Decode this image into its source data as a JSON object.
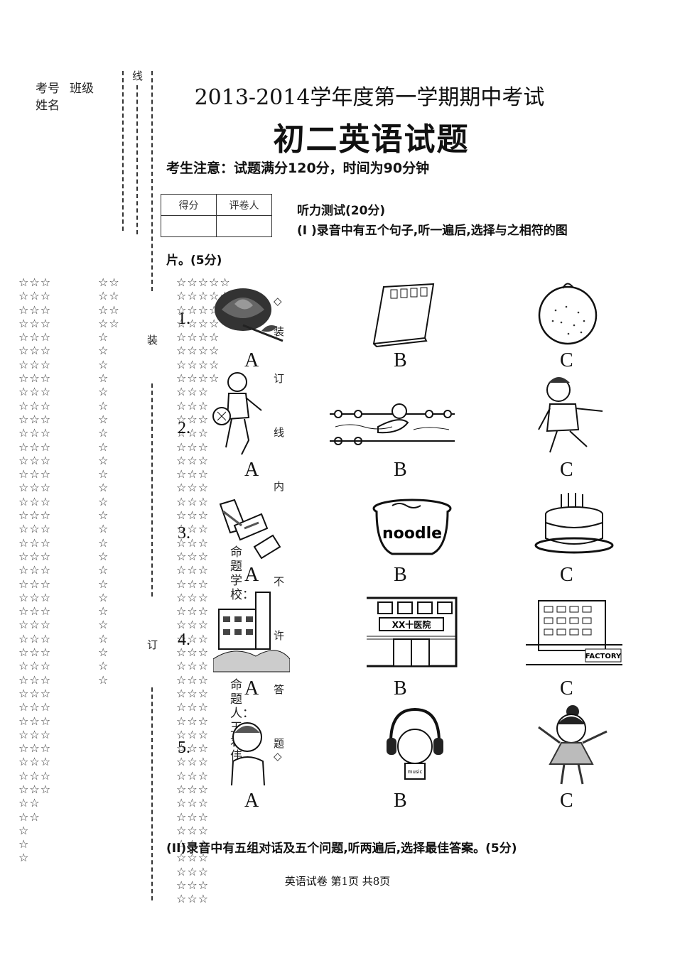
{
  "header": {
    "exam_number_label": "考号",
    "class_label": "班级",
    "name_label": "姓名",
    "binding_line": "线",
    "binding_zhuang": "装",
    "binding_ding": "订",
    "inner_vertical": [
      "◇",
      "装",
      "订",
      "线",
      "内",
      "不",
      "许",
      "答",
      "题",
      "◇"
    ],
    "school_label": "命题学校：",
    "author_label": "命题人：王君伟"
  },
  "exam": {
    "title": "2013-2014学年度第一学期期中考试",
    "subtitle": "初二英语试题",
    "notice": "考生注意：试题满分120分，时间为90分钟"
  },
  "score_table": {
    "score": "得分",
    "grader": "评卷人"
  },
  "section_listening": {
    "heading": "听力测试(20分)",
    "part1_line1": "(I )录音中有五个句子,听一遍后,选择与之相符的图",
    "part1_line2": "片。(5分)",
    "part2": "(II)录音中有五组对话及五个问题,听两遍后,选择最佳答案。(5分)"
  },
  "questions": [
    {
      "number": "1.",
      "options": [
        "A",
        "B",
        "C"
      ],
      "icons": [
        "rose-icon",
        "notebook-icon",
        "orange-icon"
      ]
    },
    {
      "number": "2.",
      "options": [
        "A",
        "B",
        "C"
      ],
      "icons": [
        "football-boy-icon",
        "swimmer-icon",
        "running-girl-icon"
      ]
    },
    {
      "number": "3.",
      "options": [
        "A",
        "B",
        "C"
      ],
      "icons": [
        "candy-icon",
        "noodle-bowl-icon",
        "birthday-cake-icon"
      ]
    },
    {
      "number": "4.",
      "options": [
        "A",
        "B",
        "C"
      ],
      "icons": [
        "school-building-icon",
        "hospital-icon",
        "factory-icon"
      ],
      "labels": [
        "",
        "XX十医院",
        "FACTORY"
      ]
    },
    {
      "number": "5.",
      "options": [
        "A",
        "B",
        "C"
      ],
      "icons": [
        "boy-thinking-icon",
        "headphones-icon",
        "dancing-girl-icon"
      ],
      "labels": [
        "",
        "music",
        ""
      ]
    }
  ],
  "footer": "英语试卷 第1页 共8页"
}
